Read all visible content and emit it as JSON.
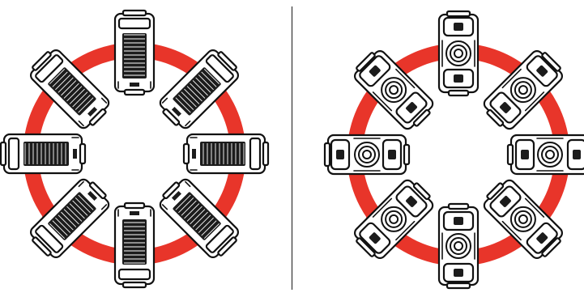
{
  "colors": {
    "ring": "#e8352a",
    "outline": "#111111",
    "divider": "#1a1a1a",
    "background": "#ffffff"
  },
  "panels": [
    {
      "name": "left-panel",
      "view": "top",
      "rotation_direction": "counter-clockwise",
      "orientations_deg": [
        0,
        45,
        90,
        135,
        180,
        225,
        270,
        315
      ]
    },
    {
      "name": "right-panel",
      "view": "bottom",
      "rotation_direction": "counter-clockwise",
      "orientations_deg": [
        0,
        45,
        90,
        135,
        180,
        225,
        270,
        315
      ]
    }
  ]
}
